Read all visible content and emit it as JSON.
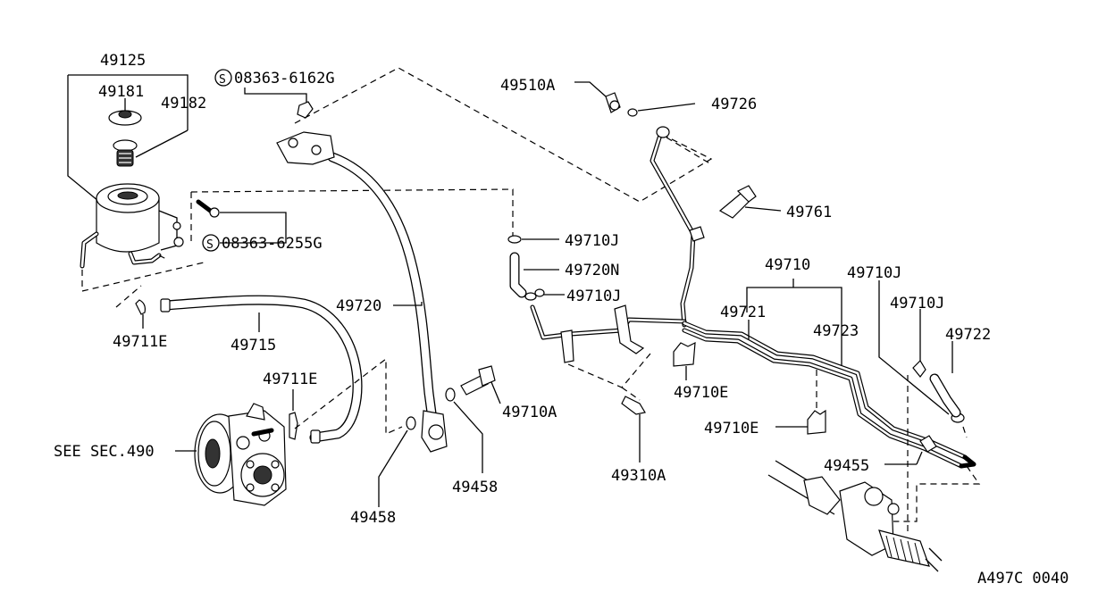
{
  "labels": {
    "p49125": "49125",
    "p49181": "49181",
    "p49182": "49182",
    "s6162g": "08363-6162G",
    "s6255g": "08363-6255G",
    "sym_s": "S",
    "p49711e_a": "49711E",
    "p49711e_b": "49711E",
    "p49715": "49715",
    "p49720": "49720",
    "see_sec": "SEE SEC.490",
    "p49458_a": "49458",
    "p49458_b": "49458",
    "p49710a": "49710A",
    "p49510a": "49510A",
    "p49726": "49726",
    "p49761": "49761",
    "p49710j_a": "49710J",
    "p49720n": "49720N",
    "p49710j_b": "49710J",
    "p49710": "49710",
    "p49721": "49721",
    "p49723": "49723",
    "p49710j_c": "49710J",
    "p49710j_d": "49710J",
    "p49722": "49722",
    "p49710e_a": "49710E",
    "p49710e_b": "49710E",
    "p49310a": "49310A",
    "p49455": "49455",
    "drawing_code": "A497C 0040"
  }
}
